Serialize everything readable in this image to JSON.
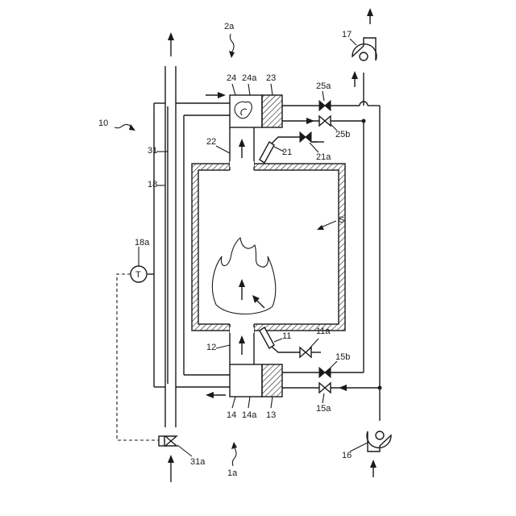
{
  "labels": {
    "system": "10",
    "upper_regenerator": "2a",
    "lower_regenerator": "1a",
    "upper_port": "24",
    "upper_port_part": "24a",
    "upper_storage": "23",
    "upper_duct": "22",
    "upper_burner": "21",
    "upper_burner_valve": "21a",
    "upper_air_valve": "25a",
    "upper_exhaust_valve": "25b",
    "lower_port": "14",
    "lower_port_part": "14a",
    "lower_storage": "13",
    "lower_duct": "12",
    "lower_burner": "11",
    "lower_burner_valve": "11a",
    "lower_air_valve": "15a",
    "lower_exhaust_valve": "15b",
    "exhaust_fan": "17",
    "supply_fan": "16",
    "exhaust_stack": "18",
    "thermometer_ref": "18a",
    "thermometer_symbol": "T",
    "stack_inner": "31",
    "stack_valve": "31a",
    "space": "S"
  }
}
